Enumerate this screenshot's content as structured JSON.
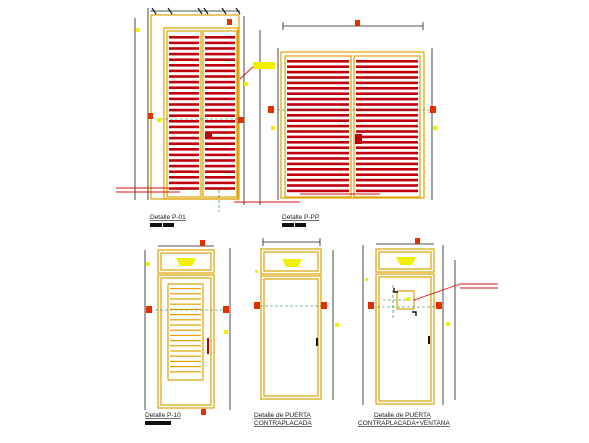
{
  "captions": {
    "p01": "Detalle P-01",
    "pp": "Detalle P-PP",
    "p10": "Detalle P-10",
    "contraplacada_1": "Detalle de PUERTA",
    "contraplacada_2": "CONTRAPLACADA",
    "ventana_1": "Detalle de PUERTA",
    "ventana_2": "CONTRAPLACADA+VENTANA"
  },
  "colors": {
    "frame": "#e0a200",
    "slat": "#c0000a",
    "dimension": "#1a1a1a",
    "marker": "#f0f000",
    "tag": "#e03000",
    "axis": "#0a7a3a",
    "leader": "#d81010"
  }
}
